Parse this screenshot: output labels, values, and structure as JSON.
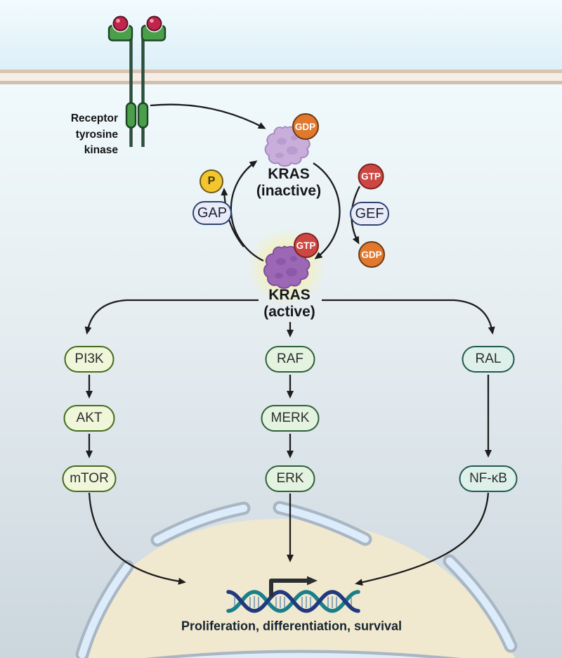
{
  "receptor": {
    "label_line1": "Receptor",
    "label_line2": "tyrosine",
    "label_line3": "kinase"
  },
  "kras_cycle": {
    "inactive_title": "KRAS",
    "inactive_state": "(inactive)",
    "active_title": "KRAS",
    "active_state": "(active)",
    "gdp_bound": "GDP",
    "gtp_incoming": "GTP",
    "gtp_bound": "GTP",
    "gdp_released": "GDP",
    "phosphate": "P",
    "gap": "GAP",
    "gef": "GEF"
  },
  "pathways": {
    "pi3k_axis": [
      "PI3K",
      "AKT",
      "mTOR"
    ],
    "raf_axis": [
      "RAF",
      "MERK",
      "ERK"
    ],
    "ral_axis": [
      "RAL",
      "NF-κB"
    ]
  },
  "nucleus": {
    "outcome_text": "Proliferation, differentiation, survival"
  },
  "colors": {
    "gdp": "#e0792e",
    "gtp": "#cd4742",
    "phosphate": "#f3c52e",
    "kras_inactive": "#c9aedb",
    "kras_active": "#9c68b6",
    "active_glow": "#f7f1a0",
    "membrane": "#d9c3b1",
    "nucleus_fill": "#f1e9cf",
    "nuclear_envelope": "#ddecfb",
    "pi3k_pill": "#eff6d9",
    "raf_pill": "#e3f3df",
    "ral_pill": "#def0ea",
    "dna_strand_navy": "#20397f",
    "dna_strand_teal": "#1b7f8a"
  }
}
